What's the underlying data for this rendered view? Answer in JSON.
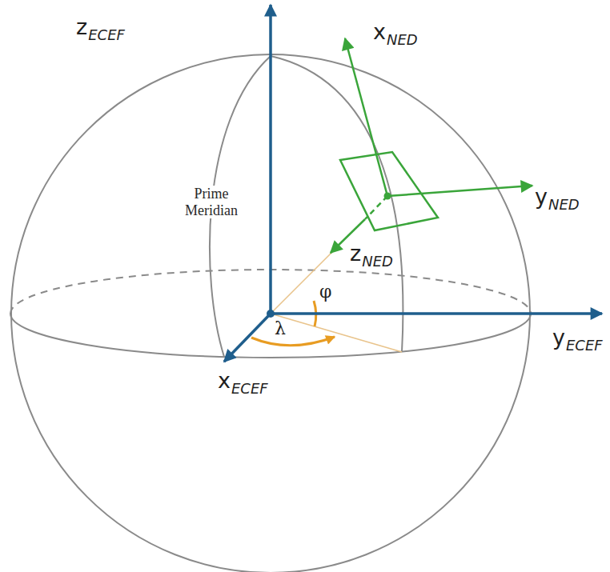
{
  "diagram": {
    "labels": [
      "z",
      "ECEF",
      "x",
      "NED",
      "y",
      "NED",
      "Prime Meridian",
      "z",
      "NED",
      "φ",
      "y",
      "ECEF",
      "λ",
      "x",
      "ECEF"
    ]
  }
}
